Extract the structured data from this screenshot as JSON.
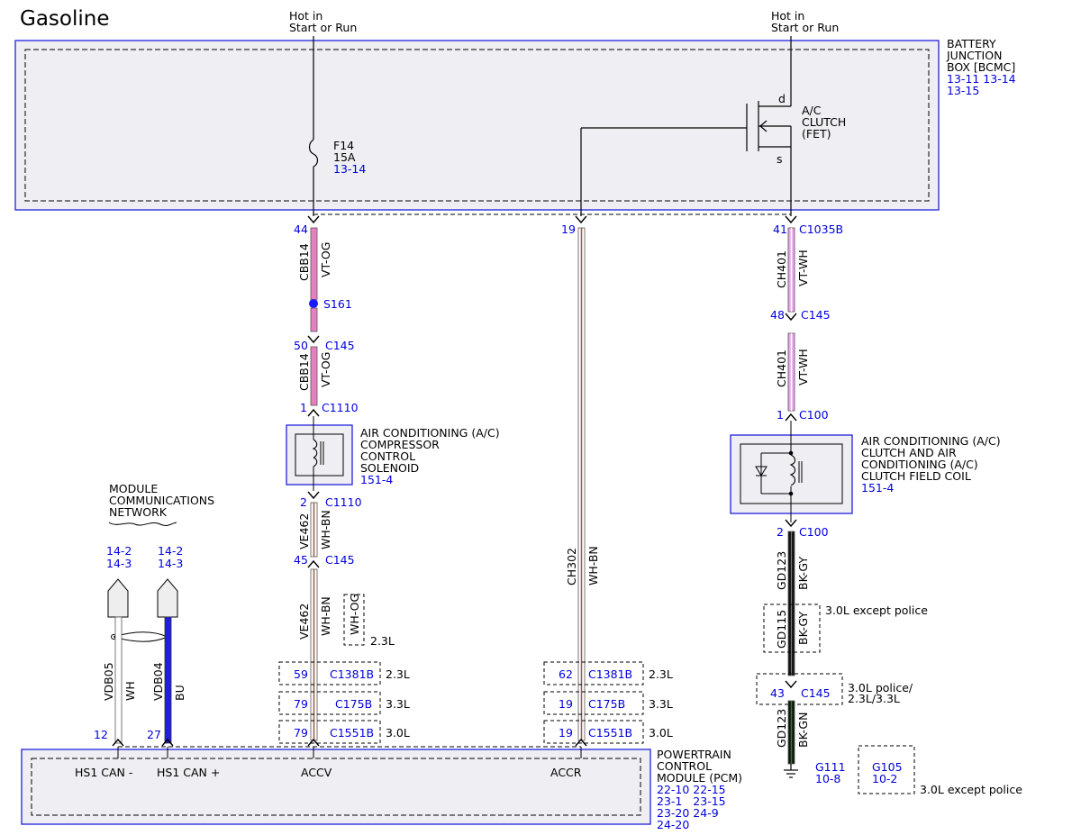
{
  "page": {
    "title": "Gasoline"
  },
  "power": {
    "left": [
      "Hot in",
      "Start or Run"
    ],
    "right": [
      "Hot in",
      "Start or Run"
    ]
  },
  "bjb": {
    "name": [
      "BATTERY",
      "JUNCTION",
      "BOX [BCMC]"
    ],
    "refs": [
      "13-11 13-14",
      "13-15"
    ]
  },
  "fuse": {
    "name": "F14",
    "rating": "15A",
    "ref": "13-14"
  },
  "fet": {
    "label": [
      "A/C",
      "CLUTCH",
      "(FET)"
    ],
    "drain": "d",
    "source": "s"
  },
  "circuits": {
    "c44": {
      "pin": "44",
      "circuit": "CBB14",
      "color": "VT-OG"
    },
    "splice": "S161",
    "c50": {
      "pin": "50",
      "conn": "C145",
      "circuit": "CBB14",
      "color": "VT-OG"
    },
    "c1_1110": {
      "pin": "1",
      "conn": "C1110"
    },
    "c2_1110": {
      "pin": "2",
      "conn": "C1110",
      "circuit": "VE462",
      "color": "WH-BN"
    },
    "c45": {
      "pin": "45",
      "conn": "C145",
      "circuit": "VE462",
      "color": "WH-BN",
      "alt_color": "WH-OG",
      "alt_note": "2.3L"
    },
    "c19": {
      "pin": "19",
      "circuit": "CH302",
      "color": "WH-BN"
    },
    "c41": {
      "pin": "41",
      "conn": "C1035B",
      "circuit": "CH401",
      "color": "VT-WH"
    },
    "c48": {
      "pin": "48",
      "conn": "C145",
      "circuit": "CH401",
      "color": "VT-WH"
    },
    "c1_100": {
      "pin": "1",
      "conn": "C100"
    },
    "c2_100": {
      "pin": "2",
      "conn": "C100",
      "circuit": "GD123",
      "color": "BK-GY"
    },
    "gd115": {
      "circuit": "GD115",
      "color": "BK-GY",
      "note": "3.0L except police"
    },
    "c43": {
      "pin": "43",
      "conn": "C145",
      "note": [
        "3.0L police/",
        "2.3L/3.3L"
      ],
      "circuit": "GD123",
      "color": "BK-GN"
    }
  },
  "solenoid": {
    "label": [
      "AIR CONDITIONING (A/C)",
      "COMPRESSOR",
      "CONTROL",
      "SOLENOID"
    ],
    "ref": "151-4"
  },
  "clutch": {
    "label": [
      "AIR CONDITIONING (A/C)",
      "CLUTCH AND AIR",
      "CONDITIONING (A/C)",
      "CLUTCH FIELD COIL"
    ],
    "ref": "151-4"
  },
  "network": {
    "label": [
      "MODULE",
      "COMMUNICATIONS",
      "NETWORK"
    ]
  },
  "can": {
    "minus": {
      "refs": [
        "14-2",
        "14-3"
      ],
      "circuit": "VDB05",
      "color": "WH",
      "pin": "12",
      "label": "HS1 CAN -"
    },
    "plus": {
      "refs": [
        "14-2",
        "14-3"
      ],
      "circuit": "VDB04",
      "color": "BU",
      "pin": "27",
      "label": "HS1 CAN +"
    }
  },
  "pcm_conn": {
    "left": [
      {
        "pin": "59",
        "conn": "C1381B",
        "engine": "2.3L"
      },
      {
        "pin": "79",
        "conn": "C175B",
        "engine": "3.3L"
      },
      {
        "pin": "79",
        "conn": "C1551B",
        "engine": "3.0L"
      }
    ],
    "right": [
      {
        "pin": "62",
        "conn": "C1381B",
        "engine": "2.3L"
      },
      {
        "pin": "19",
        "conn": "C175B",
        "engine": "3.3L"
      },
      {
        "pin": "19",
        "conn": "C1551B",
        "engine": "3.0L"
      }
    ]
  },
  "pcm": {
    "name": [
      "POWERTRAIN",
      "CONTROL",
      "MODULE (PCM)"
    ],
    "refs": [
      "22-10 22-15",
      "23-1   23-15",
      "23-20 24-9",
      "24-20"
    ],
    "pins": {
      "accv": "ACCV",
      "accr": "ACCR"
    }
  },
  "grounds": {
    "g111": {
      "name": "G111",
      "ref": "10-8"
    },
    "g105": {
      "name": "G105",
      "ref": "10-2",
      "note": "3.0L except police"
    }
  }
}
